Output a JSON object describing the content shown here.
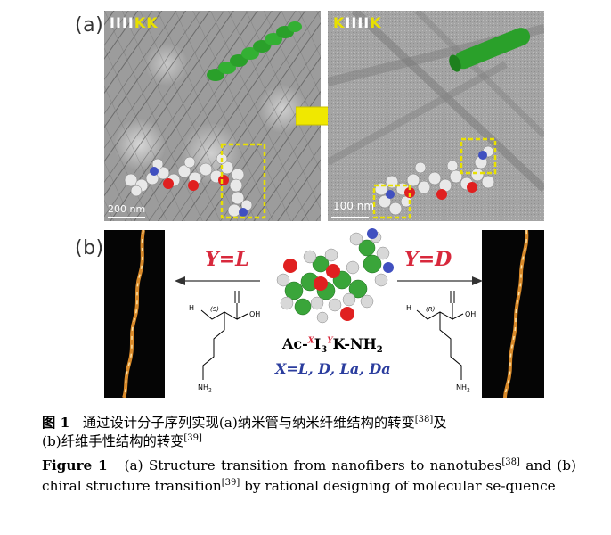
{
  "figure": {
    "panel_a": {
      "label": "(a)",
      "left_seq": {
        "part1": "IIII",
        "part2": "KK"
      },
      "right_seq": {
        "part1": "K",
        "part2": "IIII",
        "part3": "K"
      },
      "left_scale": "200 nm",
      "right_scale": "100 nm"
    },
    "panel_b": {
      "label": "(b)",
      "left_config": "Y=L",
      "right_config": "Y=D",
      "left_stereo": "(S)",
      "right_stereo": "(R)",
      "chem_h": "H",
      "chem_oh": "OH",
      "chem_nh2": "NH",
      "chem_nh2_sub": "2",
      "formula": {
        "p1": "Ac-",
        "sup1": "X",
        "p2": "I",
        "sub1": "3",
        "sup2": "Y",
        "p3": "K-NH",
        "sub2": "2"
      },
      "x_values": "X=L, D, La, Da"
    },
    "colors": {
      "accent_red": "#d8283c",
      "accent_blue": "#2b3d9e",
      "yellow": "#e8e000"
    }
  },
  "caption": {
    "zh_label": "图  1",
    "zh_text_line1": "通过设计分子序列实现(a)纳米管与纳米纤维结构的转变",
    "zh_ref1": "[38]",
    "zh_text_line1_end": "及",
    "zh_text_line2": "(b)纤维手性结构的转变",
    "zh_ref2": "[39]",
    "en_label": "Figure 1",
    "en_text1": "(a) Structure transition from nanofibers to nanotubes",
    "en_ref1": "[38]",
    "en_text2": " and (b) chiral structure transition",
    "en_ref2": "[39]",
    "en_text3": " by rational designing of molecular se-quence"
  }
}
